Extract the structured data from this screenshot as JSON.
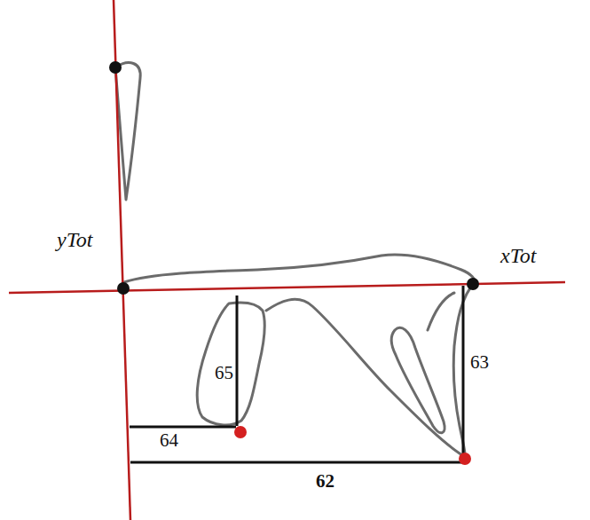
{
  "diagram": {
    "labels": [
      "yTot",
      "xTot",
      "65",
      "64",
      "63",
      "62"
    ]
  }
}
